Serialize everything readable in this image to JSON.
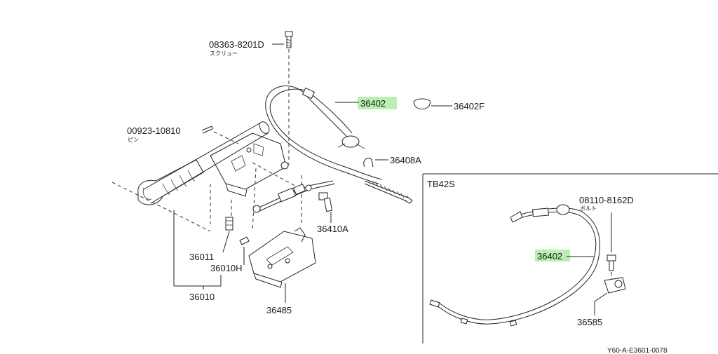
{
  "diagram": {
    "labels": {
      "p08363": "08363-8201D",
      "p08363_jp": "スクリュー",
      "p36402_main": "36402",
      "p36402F": "36402F",
      "p00923": "00923-10810",
      "p00923_jp": "ピン",
      "p36408A": "36408A",
      "p36410A": "36410A",
      "p36011": "36011",
      "p36010H": "36010H",
      "p36010": "36010",
      "p36485": "36485",
      "inset_title": "TB42S",
      "p08110": "08110-8162D",
      "p08110_jp": "ボルト",
      "p36402_inset": "36402",
      "p36585": "36585",
      "drawing_ref": "Y60-A-E3601-0078"
    },
    "highlight_color": "#b8f0b0"
  }
}
